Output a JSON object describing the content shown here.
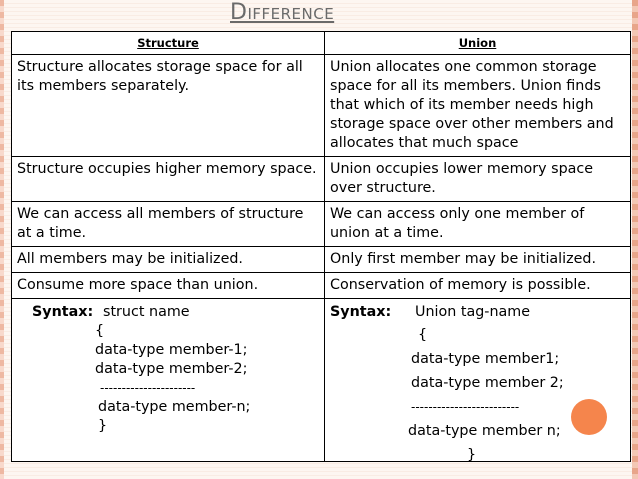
{
  "title": "Difference",
  "table": {
    "headers": [
      "Structure",
      "Union"
    ],
    "rows": [
      {
        "structure": "Structure allocates storage space for all its members separately.",
        "union": "Union allocates one common storage space for all its members. Union finds that which of its member needs high storage space over other members and allocates that much space"
      },
      {
        "structure": "Structure occupies higher memory space.",
        "union": "Union occupies lower memory space over structure."
      },
      {
        "structure": "We can access all members of structure at a time.",
        "union": "We can access only one member of union at a time."
      },
      {
        "structure": "All members may be initialized.",
        "union": "Only first member may be initialized."
      },
      {
        "structure": "Consume more space than union.",
        "union": "Conservation of memory is possible."
      }
    ],
    "syntax": {
      "structure": {
        "label": "Syntax:",
        "lines": [
          "struct name",
          "{",
          "data-type member-1;",
          "data-type member-2;",
          "----------------------",
          "data-type member-n;",
          "}"
        ]
      },
      "union": {
        "label": "Syntax:",
        "lines": [
          "Union tag-name",
          "{",
          "data-type member1;",
          "data-type member 2;",
          "-------------------------",
          "data-type member n;",
          "}"
        ]
      }
    }
  }
}
